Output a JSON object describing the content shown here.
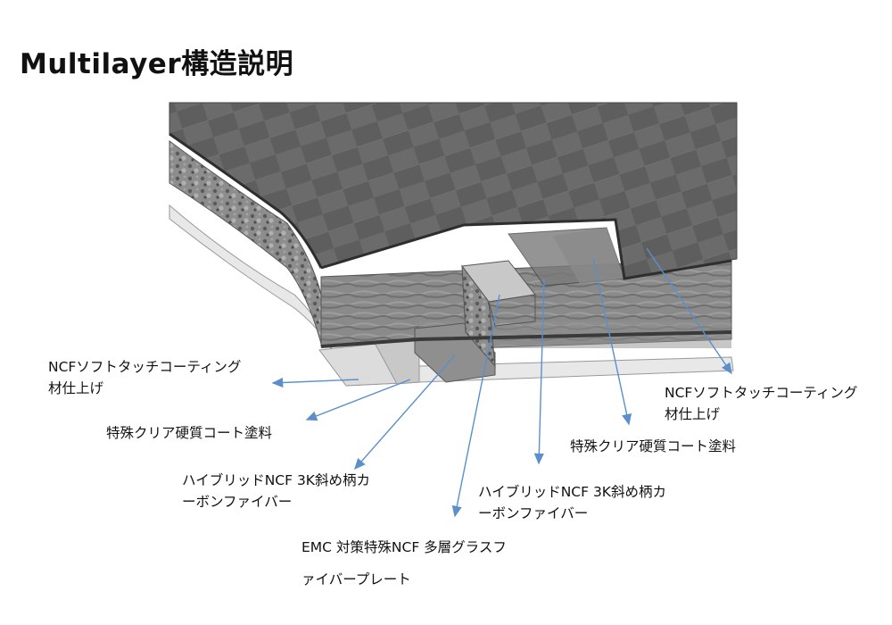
{
  "title": "Multilayer構造説明",
  "labels": {
    "left_coating": [
      "NCFソフトタッチコーティング",
      "材仕上げ"
    ],
    "left_clear": [
      "特殊クリア硬質コート塗料"
    ],
    "left_hybrid": [
      "ハイブリッドNCF 3K斜め柄カ",
      "ーボンファイバー"
    ],
    "emc_plate": [
      "EMC 対策特殊NCF 多層グラスフ",
      "ァイバープレート"
    ],
    "right_hybrid": [
      "ハイブリッドNCF 3K斜め柄カ",
      "ーボンファイバー"
    ],
    "right_clear": [
      "特殊クリア硬質コート塗料"
    ],
    "right_coating": [
      "NCFソフトタッチコーティング",
      "材仕上げ"
    ]
  },
  "colors": {
    "arrow": "#5a8fcc"
  }
}
